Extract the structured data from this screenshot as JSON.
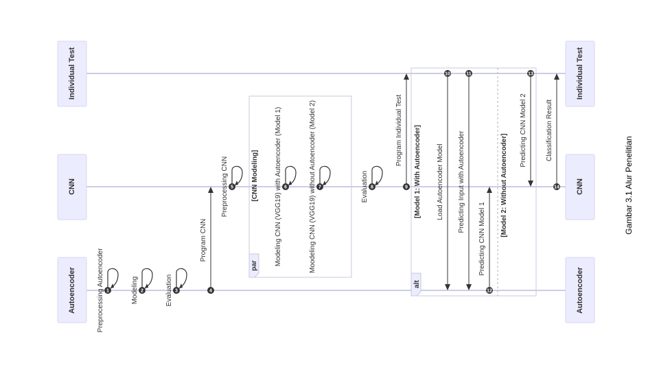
{
  "diagram": {
    "actors": {
      "individual_test": "Individual Test",
      "cnn": "CNN",
      "autoencoder": "Autoencoder"
    },
    "messages": {
      "m1": {
        "number": "1",
        "label": "Preprocessing Autoencoder"
      },
      "m2": {
        "number": "2",
        "label": "Modeling"
      },
      "m3": {
        "number": "3",
        "label": "Evaluation"
      },
      "m4": {
        "number": "4",
        "label": "Program CNN"
      },
      "m5": {
        "number": "5",
        "label": "Preprocessing CNN"
      },
      "m6": {
        "number": "6",
        "label": "Modeling CNN (VGG19) with Autoencoder (Model 1)"
      },
      "m7": {
        "number": "7",
        "label": "Moodeling CNN (VGG19) without Autoencoder (Model 2)"
      },
      "m8": {
        "number": "8",
        "label": "Evaluation"
      },
      "m9": {
        "number": "9",
        "label": "Program Individual Test"
      },
      "m10": {
        "number": "10",
        "label": "Load Autoencoder Model"
      },
      "m11": {
        "number": "11",
        "label": "Predicting Input with Autoencoder"
      },
      "m12": {
        "number": "12",
        "label": "Predicting CNN Model 1"
      },
      "m13": {
        "number": "13",
        "label": "Predicting CNN Model 2"
      },
      "m14": {
        "number": "14",
        "label": "Classification Result"
      }
    },
    "frames": {
      "par": {
        "tag": "par",
        "label": "[CNN Modeling]"
      },
      "alt": {
        "tag": "alt",
        "label1": "[Model 1: With Autoencoder]",
        "label2": "[Model 2: Without Autoencoder]"
      }
    }
  },
  "caption": "Gambar 3.1 Alur Penelitian"
}
